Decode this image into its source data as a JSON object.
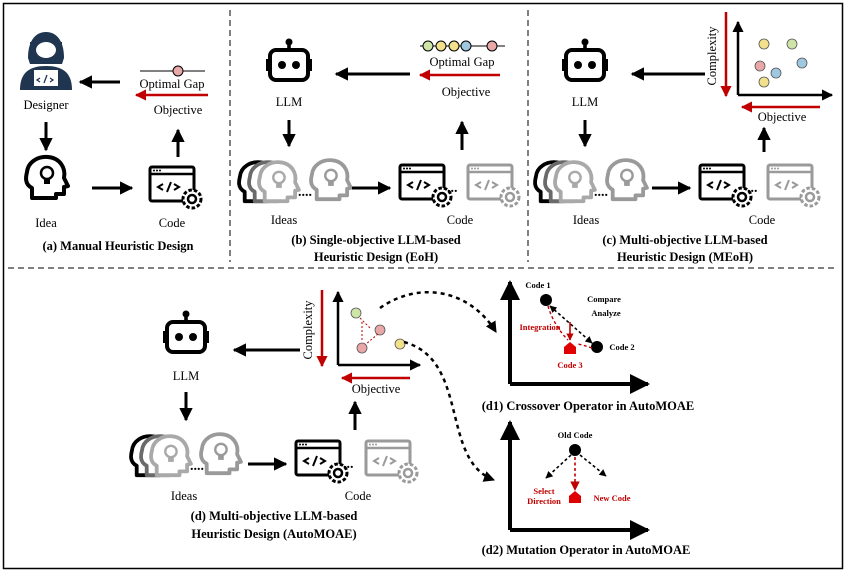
{
  "panel_a": {
    "designer": "Designer",
    "optimal_gap": "Optimal Gap",
    "objective": "Objective",
    "idea": "Idea",
    "code": "Code",
    "caption": "(a) Manual Heuristic Design"
  },
  "panel_b": {
    "llm": "LLM",
    "optimal_gap": "Optimal Gap",
    "objective": "Objective",
    "ideas": "Ideas",
    "code": "Code",
    "caption_line1": "(b) Single-objective LLM-based",
    "caption_line2": "Heuristic Design (EoH)"
  },
  "panel_c": {
    "llm": "LLM",
    "complexity": "Complexity",
    "objective": "Objective",
    "ideas": "Ideas",
    "code": "Code",
    "caption_line1": "(c) Multi-objective LLM-based",
    "caption_line2": "Heuristic Design (MEoH)"
  },
  "panel_d": {
    "llm": "LLM",
    "complexity": "Complexity",
    "objective": "Objective",
    "ideas": "Ideas",
    "code": "Code",
    "caption_line1": "(d) Multi-objective LLM-based",
    "caption_line2": "Heuristic Design (AutoMOAE)"
  },
  "panel_d1": {
    "code1": "Code 1",
    "code2": "Code 2",
    "code3": "Code 3",
    "compare": "Compare",
    "analyze": "Analyze",
    "integration": "Integration",
    "caption": "(d1) Crossover Operator in AutoMOAE"
  },
  "panel_d2": {
    "old_code": "Old Code",
    "new_code": "New Code",
    "select": "Select",
    "direction": "Direction",
    "caption": "(d2) Mutation Operator in AutoMOAE"
  },
  "colors": {
    "red": "#c00000",
    "dot_pink": "#e8a8a8",
    "dot_yellow": "#f2e08a",
    "dot_green": "#cfe5a8",
    "dot_blue": "#9fc7df",
    "gray_icon": "#9a9a9a"
  }
}
